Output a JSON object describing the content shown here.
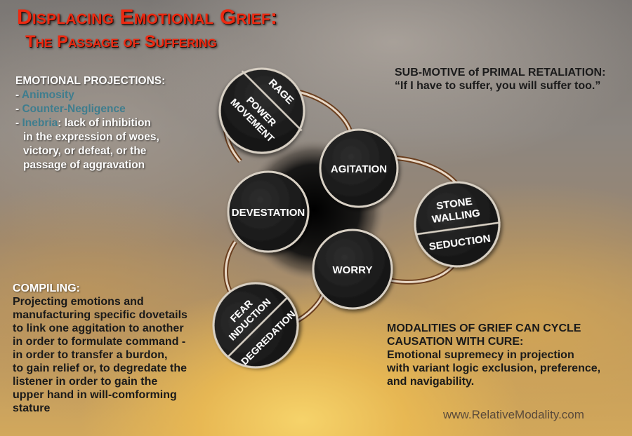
{
  "title": "Displacing Emotional Grief:",
  "subtitle": "The Passage of Suffering",
  "emotional_projections": {
    "heading": "EMOTIONAL PROJECTIONS:",
    "items": [
      {
        "prefix": "- ",
        "term": "Animosity",
        "rest": ""
      },
      {
        "prefix": "- ",
        "term": "Counter-Negligence",
        "rest": ""
      },
      {
        "prefix": "- ",
        "term": "Inebria",
        "rest": ": lack of inhibition"
      }
    ],
    "continuation": [
      "in the expression of woes,",
      "victory, or defeat, or the",
      "passage of aggravation"
    ]
  },
  "sub_motive": {
    "heading": "SUB-MOTIVE of PRIMAL RETALIATION:",
    "quote": "“If I have to suffer, you will suffer too.”"
  },
  "compiling": {
    "heading": "COMPILING:",
    "lines": [
      "Projecting emotions and",
      "manufacturing specific dovetails",
      "to link one aggitation to another",
      "in order to formulate command -",
      "in order to transfer a burdon,",
      "to gain relief or, to degredate the",
      "listener in order to gain the",
      "upper hand in will-comforming",
      "stature"
    ]
  },
  "modalities": {
    "heading_lines": [
      "MODALITIES OF GRIEF CAN CYCLE",
      "CAUSATION WITH CURE:"
    ],
    "body_lines": [
      "Emotional supremecy in projection",
      "with variant logic exclusion, preference,",
      "and navigability."
    ]
  },
  "website": "www.RelativeModality.com",
  "diagram": {
    "inner_nodes": {
      "agitation": "AGITATION",
      "devestation": "DEVESTATION",
      "worry": "WORRY"
    },
    "outer_nodes": {
      "top": {
        "upper": "RAGE",
        "lower_line1": "POWER",
        "lower_line2": "MOVEMENT"
      },
      "right": {
        "upper_line1": "STONE",
        "upper_line2": "WALLING",
        "lower": "SEDUCTION"
      },
      "bottom": {
        "upper_line1": "FEAR",
        "upper_line2": "INDUCTION",
        "lower": "DEGREDATION"
      }
    }
  },
  "colors": {
    "title_red": "#ec2a12",
    "teal": "#3f7d8e",
    "node_fill": "#1c1c1c",
    "ring_brown": "#7a4a26"
  }
}
